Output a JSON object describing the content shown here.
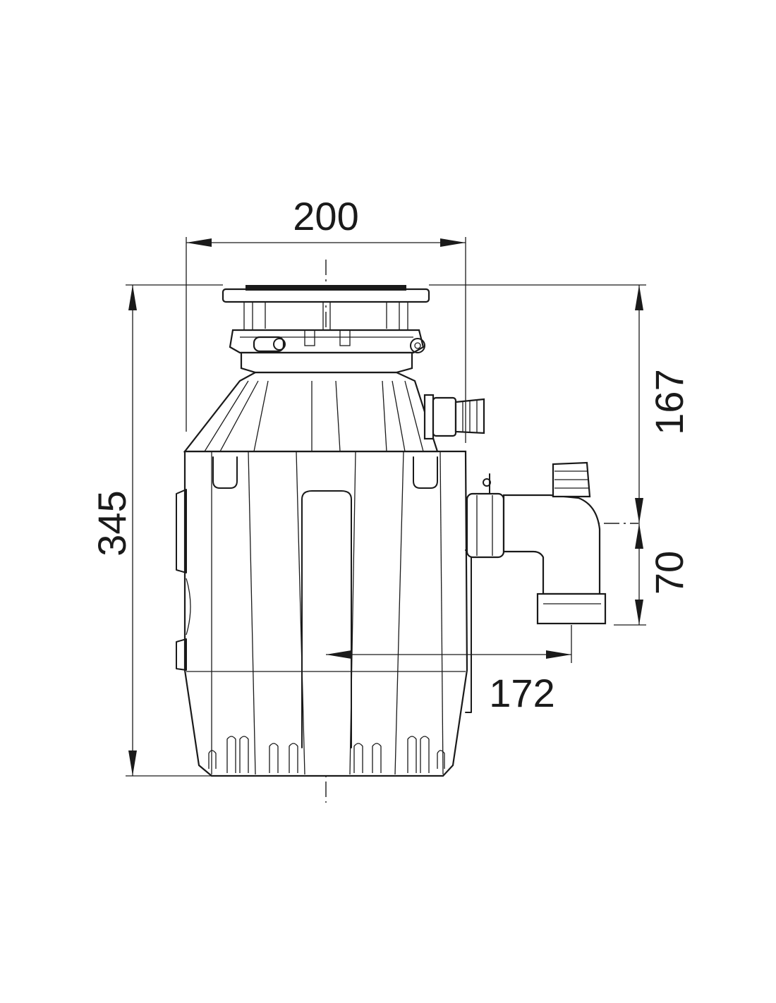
{
  "dimensions": {
    "width": "200",
    "total_height": "345",
    "inlet_height": "167",
    "outlet_offset": "70",
    "outlet_distance": "172"
  },
  "colors": {
    "line": "#1a1a1a",
    "background": "#ffffff"
  }
}
